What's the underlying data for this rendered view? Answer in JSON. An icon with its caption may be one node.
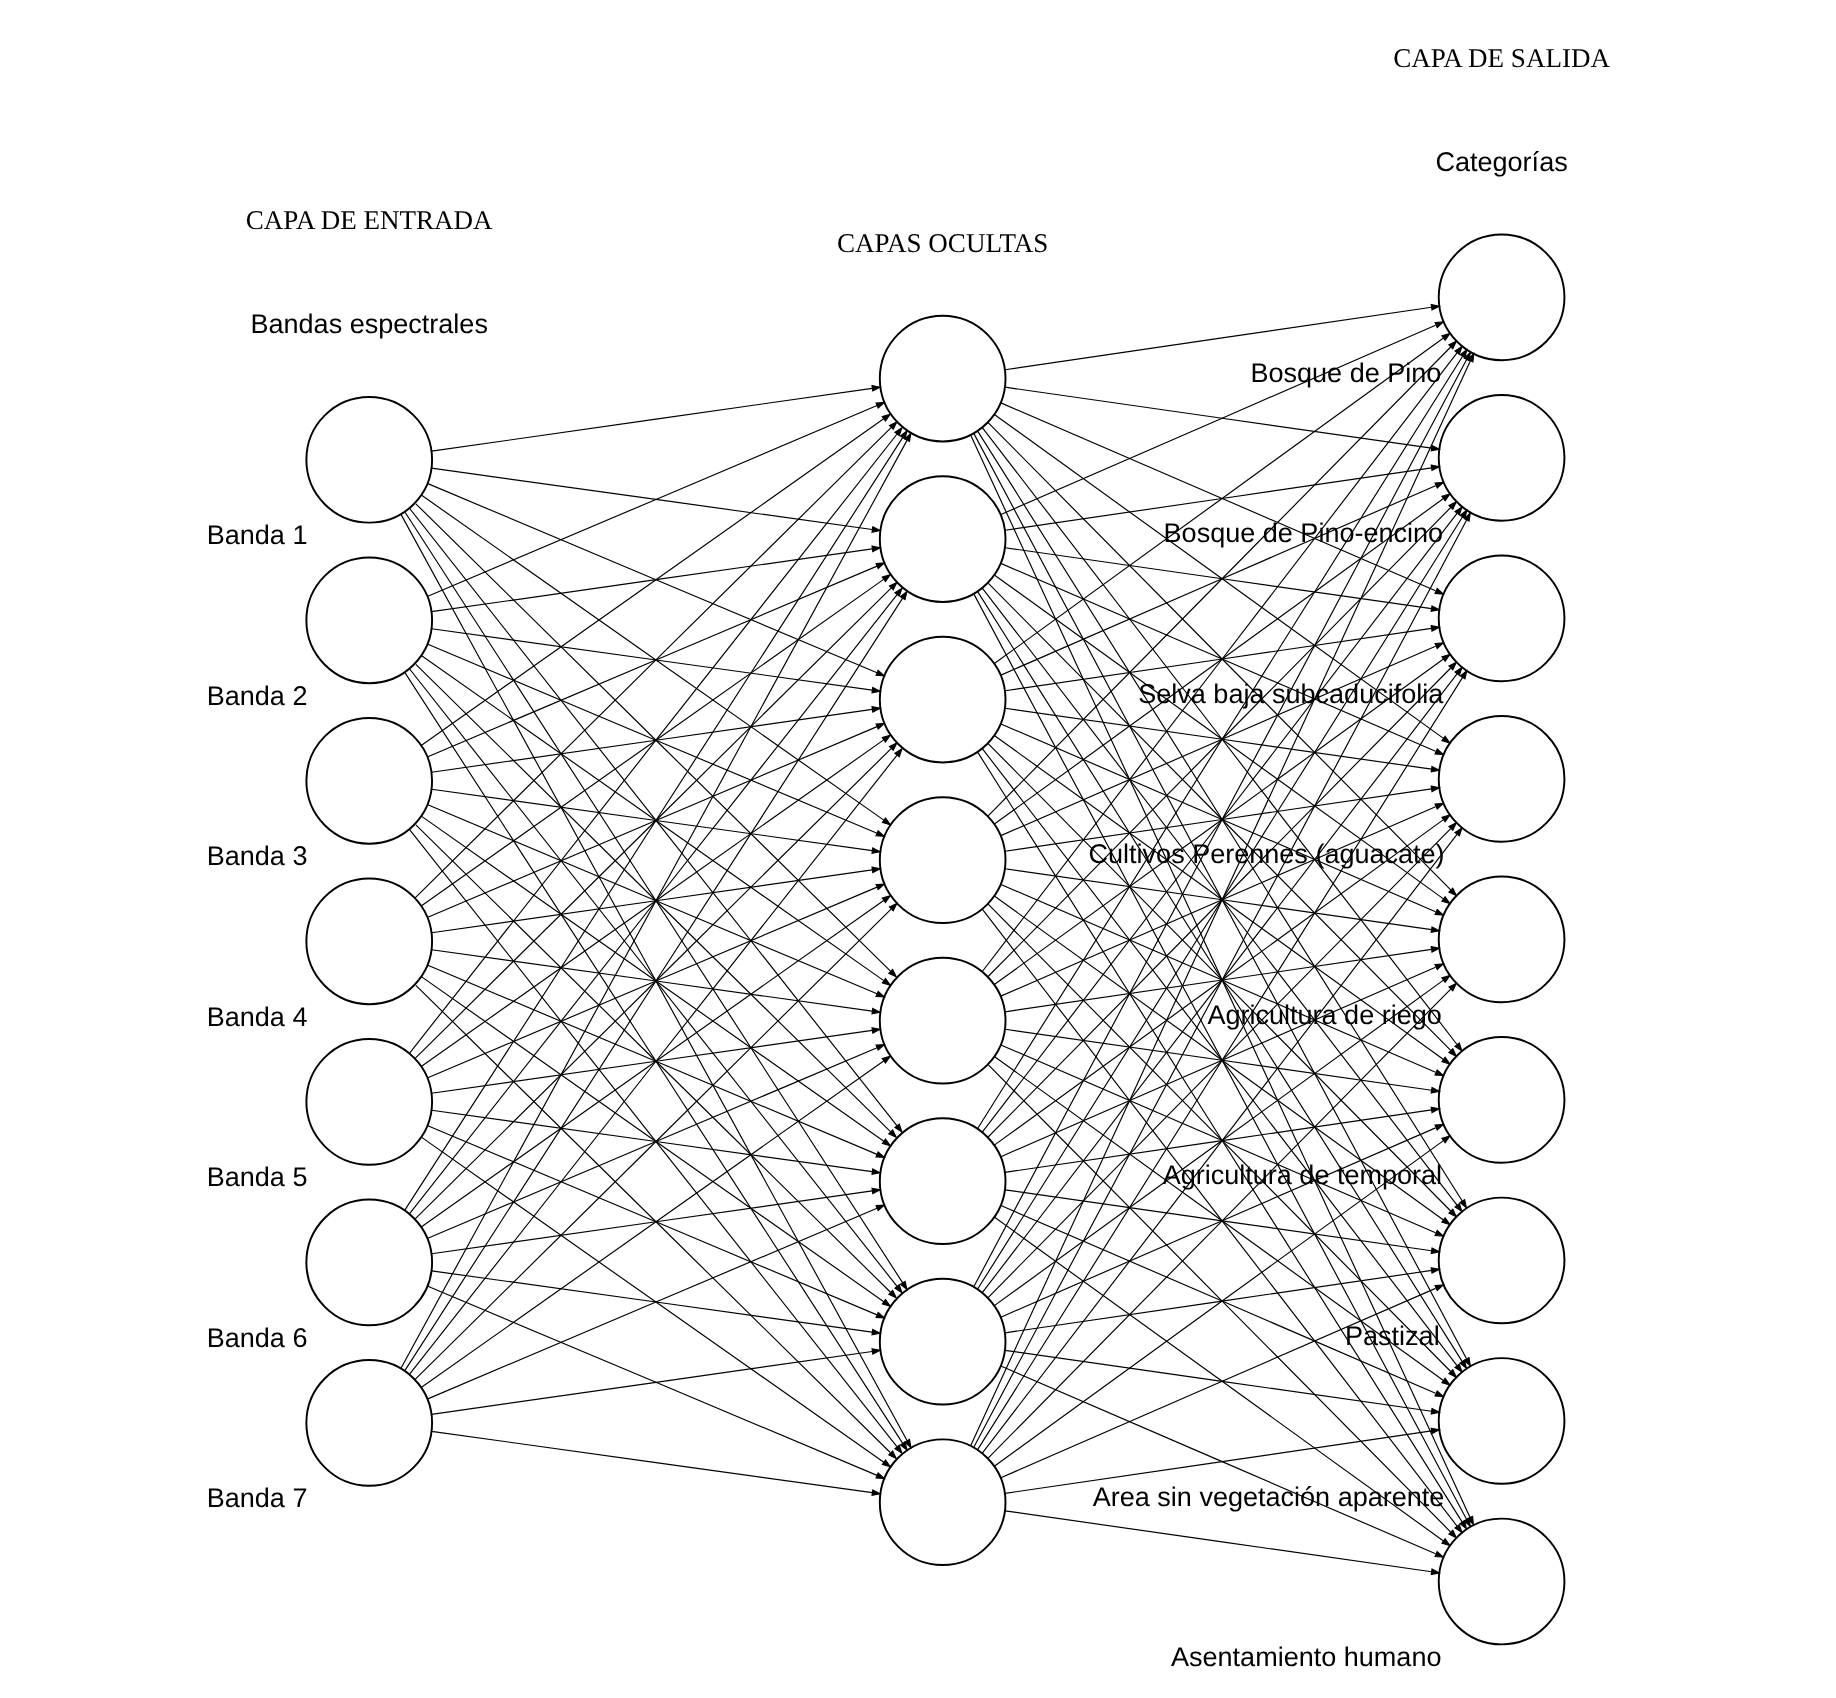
{
  "diagram": {
    "nodes": [
      {
        "text": [],
        "shape": "circle",
        "beside": [
          "Banda 1"
        ]
      },
      {
        "text": [],
        "shape": "circle",
        "beside": [
          "Banda 2"
        ]
      },
      {
        "text": [],
        "shape": "circle",
        "beside": [
          "Banda 3"
        ]
      },
      {
        "text": [],
        "shape": "circle",
        "beside": [
          "Banda 4"
        ]
      },
      {
        "text": [],
        "shape": "circle",
        "beside": [
          "Banda 5"
        ]
      },
      {
        "text": [],
        "shape": "circle",
        "beside": [
          "Banda 6"
        ]
      },
      {
        "text": [],
        "shape": "circle",
        "beside": [
          "Banda 7"
        ]
      },
      {
        "text": [],
        "shape": "circle"
      },
      {
        "text": [],
        "shape": "circle"
      },
      {
        "text": [],
        "shape": "circle"
      },
      {
        "text": [],
        "shape": "circle"
      },
      {
        "text": [],
        "shape": "circle"
      },
      {
        "text": [],
        "shape": "circle"
      },
      {
        "text": [],
        "shape": "circle"
      },
      {
        "text": [],
        "shape": "circle"
      },
      {
        "text": [],
        "shape": "circle",
        "beside": [
          "Bosque de Pino"
        ]
      },
      {
        "text": [],
        "shape": "circle",
        "beside": [
          "Bosque de Pino-encino"
        ]
      },
      {
        "text": [],
        "shape": "circle",
        "beside": [
          "Selva baja subcaducifolia"
        ]
      },
      {
        "text": [],
        "shape": "circle",
        "beside": [
          "Cultivos Perennes (aguacate)"
        ]
      },
      {
        "text": [],
        "shape": "circle",
        "beside": [
          "Agricultura de riego"
        ]
      },
      {
        "text": [],
        "shape": "circle",
        "beside": [
          "Agricultura de temporal"
        ]
      },
      {
        "text": [],
        "shape": "circle",
        "beside": [
          "Pastizal"
        ]
      },
      {
        "text": [],
        "shape": "circle",
        "beside": [
          "Area sin vegetación aparente"
        ]
      },
      {
        "text": [],
        "shape": "circle",
        "beside": [
          "Asentamiento humano"
        ]
      }
    ],
    "edges": [
      {
        "from": 0,
        "to": 7,
        "arrow": "to"
      },
      {
        "from": 0,
        "to": 8,
        "arrow": "to"
      },
      {
        "from": 0,
        "to": 9,
        "arrow": "to"
      },
      {
        "from": 0,
        "to": 10,
        "arrow": "to"
      },
      {
        "from": 0,
        "to": 11,
        "arrow": "to"
      },
      {
        "from": 0,
        "to": 12,
        "arrow": "to"
      },
      {
        "from": 0,
        "to": 13,
        "arrow": "to"
      },
      {
        "from": 0,
        "to": 14,
        "arrow": "to"
      },
      {
        "from": 1,
        "to": 7,
        "arrow": "to"
      },
      {
        "from": 1,
        "to": 8,
        "arrow": "to"
      },
      {
        "from": 1,
        "to": 9,
        "arrow": "to"
      },
      {
        "from": 1,
        "to": 10,
        "arrow": "to"
      },
      {
        "from": 1,
        "to": 11,
        "arrow": "to"
      },
      {
        "from": 1,
        "to": 12,
        "arrow": "to"
      },
      {
        "from": 1,
        "to": 13,
        "arrow": "to"
      },
      {
        "from": 1,
        "to": 14,
        "arrow": "to"
      },
      {
        "from": 2,
        "to": 7,
        "arrow": "to"
      },
      {
        "from": 2,
        "to": 8,
        "arrow": "to"
      },
      {
        "from": 2,
        "to": 9,
        "arrow": "to"
      },
      {
        "from": 2,
        "to": 10,
        "arrow": "to"
      },
      {
        "from": 2,
        "to": 11,
        "arrow": "to"
      },
      {
        "from": 2,
        "to": 12,
        "arrow": "to"
      },
      {
        "from": 2,
        "to": 13,
        "arrow": "to"
      },
      {
        "from": 2,
        "to": 14,
        "arrow": "to"
      },
      {
        "from": 3,
        "to": 7,
        "arrow": "to"
      },
      {
        "from": 3,
        "to": 8,
        "arrow": "to"
      },
      {
        "from": 3,
        "to": 9,
        "arrow": "to"
      },
      {
        "from": 3,
        "to": 10,
        "arrow": "to"
      },
      {
        "from": 3,
        "to": 11,
        "arrow": "to"
      },
      {
        "from": 3,
        "to": 12,
        "arrow": "to"
      },
      {
        "from": 3,
        "to": 13,
        "arrow": "to"
      },
      {
        "from": 3,
        "to": 14,
        "arrow": "to"
      },
      {
        "from": 4,
        "to": 7,
        "arrow": "to"
      },
      {
        "from": 4,
        "to": 8,
        "arrow": "to"
      },
      {
        "from": 4,
        "to": 9,
        "arrow": "to"
      },
      {
        "from": 4,
        "to": 10,
        "arrow": "to"
      },
      {
        "from": 4,
        "to": 11,
        "arrow": "to"
      },
      {
        "from": 4,
        "to": 12,
        "arrow": "to"
      },
      {
        "from": 4,
        "to": 13,
        "arrow": "to"
      },
      {
        "from": 4,
        "to": 14,
        "arrow": "to"
      },
      {
        "from": 5,
        "to": 7,
        "arrow": "to"
      },
      {
        "from": 5,
        "to": 8,
        "arrow": "to"
      },
      {
        "from": 5,
        "to": 9,
        "arrow": "to"
      },
      {
        "from": 5,
        "to": 10,
        "arrow": "to"
      },
      {
        "from": 5,
        "to": 11,
        "arrow": "to"
      },
      {
        "from": 5,
        "to": 12,
        "arrow": "to"
      },
      {
        "from": 5,
        "to": 13,
        "arrow": "to"
      },
      {
        "from": 5,
        "to": 14,
        "arrow": "to"
      },
      {
        "from": 6,
        "to": 7,
        "arrow": "to"
      },
      {
        "from": 6,
        "to": 8,
        "arrow": "to"
      },
      {
        "from": 6,
        "to": 9,
        "arrow": "to"
      },
      {
        "from": 6,
        "to": 10,
        "arrow": "to"
      },
      {
        "from": 6,
        "to": 11,
        "arrow": "to"
      },
      {
        "from": 6,
        "to": 12,
        "arrow": "to"
      },
      {
        "from": 6,
        "to": 13,
        "arrow": "to"
      },
      {
        "from": 6,
        "to": 14,
        "arrow": "to"
      },
      {
        "from": 7,
        "to": 15,
        "arrow": "to"
      },
      {
        "from": 7,
        "to": 16,
        "arrow": "to"
      },
      {
        "from": 7,
        "to": 17,
        "arrow": "to"
      },
      {
        "from": 7,
        "to": 18,
        "arrow": "to"
      },
      {
        "from": 7,
        "to": 19,
        "arrow": "to"
      },
      {
        "from": 7,
        "to": 20,
        "arrow": "to"
      },
      {
        "from": 7,
        "to": 21,
        "arrow": "to"
      },
      {
        "from": 7,
        "to": 22,
        "arrow": "to"
      },
      {
        "from": 7,
        "to": 23,
        "arrow": "to"
      },
      {
        "from": 8,
        "to": 15,
        "arrow": "to"
      },
      {
        "from": 8,
        "to": 16,
        "arrow": "to"
      },
      {
        "from": 8,
        "to": 17,
        "arrow": "to"
      },
      {
        "from": 8,
        "to": 18,
        "arrow": "to"
      },
      {
        "from": 8,
        "to": 19,
        "arrow": "to"
      },
      {
        "from": 8,
        "to": 20,
        "arrow": "to"
      },
      {
        "from": 8,
        "to": 21,
        "arrow": "to"
      },
      {
        "from": 8,
        "to": 22,
        "arrow": "to"
      },
      {
        "from": 8,
        "to": 23,
        "arrow": "to"
      },
      {
        "from": 9,
        "to": 15,
        "arrow": "to"
      },
      {
        "from": 9,
        "to": 16,
        "arrow": "to"
      },
      {
        "from": 9,
        "to": 17,
        "arrow": "to"
      },
      {
        "from": 9,
        "to": 18,
        "arrow": "to"
      },
      {
        "from": 9,
        "to": 19,
        "arrow": "to"
      },
      {
        "from": 9,
        "to": 20,
        "arrow": "to"
      },
      {
        "from": 9,
        "to": 21,
        "arrow": "to"
      },
      {
        "from": 9,
        "to": 22,
        "arrow": "to"
      },
      {
        "from": 9,
        "to": 23,
        "arrow": "to"
      },
      {
        "from": 10,
        "to": 15,
        "arrow": "to"
      },
      {
        "from": 10,
        "to": 16,
        "arrow": "to"
      },
      {
        "from": 10,
        "to": 17,
        "arrow": "to"
      },
      {
        "from": 10,
        "to": 18,
        "arrow": "to"
      },
      {
        "from": 10,
        "to": 19,
        "arrow": "to"
      },
      {
        "from": 10,
        "to": 20,
        "arrow": "to"
      },
      {
        "from": 10,
        "to": 21,
        "arrow": "to"
      },
      {
        "from": 10,
        "to": 22,
        "arrow": "to"
      },
      {
        "from": 10,
        "to": 23,
        "arrow": "to"
      },
      {
        "from": 11,
        "to": 15,
        "arrow": "to"
      },
      {
        "from": 11,
        "to": 16,
        "arrow": "to"
      },
      {
        "from": 11,
        "to": 17,
        "arrow": "to"
      },
      {
        "from": 11,
        "to": 18,
        "arrow": "to"
      },
      {
        "from": 11,
        "to": 19,
        "arrow": "to"
      },
      {
        "from": 11,
        "to": 20,
        "arrow": "to"
      },
      {
        "from": 11,
        "to": 21,
        "arrow": "to"
      },
      {
        "from": 11,
        "to": 22,
        "arrow": "to"
      },
      {
        "from": 11,
        "to": 23,
        "arrow": "to"
      },
      {
        "from": 12,
        "to": 15,
        "arrow": "to"
      },
      {
        "from": 12,
        "to": 16,
        "arrow": "to"
      },
      {
        "from": 12,
        "to": 17,
        "arrow": "to"
      },
      {
        "from": 12,
        "to": 18,
        "arrow": "to"
      },
      {
        "from": 12,
        "to": 19,
        "arrow": "to"
      },
      {
        "from": 12,
        "to": 20,
        "arrow": "to"
      },
      {
        "from": 12,
        "to": 21,
        "arrow": "to"
      },
      {
        "from": 12,
        "to": 22,
        "arrow": "to"
      },
      {
        "from": 12,
        "to": 23,
        "arrow": "to"
      },
      {
        "from": 13,
        "to": 15,
        "arrow": "to"
      },
      {
        "from": 13,
        "to": 16,
        "arrow": "to"
      },
      {
        "from": 13,
        "to": 17,
        "arrow": "to"
      },
      {
        "from": 13,
        "to": 18,
        "arrow": "to"
      },
      {
        "from": 13,
        "to": 19,
        "arrow": "to"
      },
      {
        "from": 13,
        "to": 20,
        "arrow": "to"
      },
      {
        "from": 13,
        "to": 21,
        "arrow": "to"
      },
      {
        "from": 13,
        "to": 22,
        "arrow": "to"
      },
      {
        "from": 13,
        "to": 23,
        "arrow": "to"
      },
      {
        "from": 14,
        "to": 15,
        "arrow": "to"
      },
      {
        "from": 14,
        "to": 16,
        "arrow": "to"
      },
      {
        "from": 14,
        "to": 17,
        "arrow": "to"
      },
      {
        "from": 14,
        "to": 18,
        "arrow": "to"
      },
      {
        "from": 14,
        "to": 19,
        "arrow": "to"
      },
      {
        "from": 14,
        "to": 20,
        "arrow": "to"
      },
      {
        "from": 14,
        "to": 21,
        "arrow": "to"
      },
      {
        "from": 14,
        "to": 22,
        "arrow": "to"
      },
      {
        "from": 14,
        "to": 23,
        "arrow": "to"
      }
    ],
    "labels": [
      "CAPA DE ENTRADA",
      "Bandas espectrales",
      "CAPAS OCULTAS",
      "CAPA DE SALIDA",
      "Categorías"
    ]
  }
}
